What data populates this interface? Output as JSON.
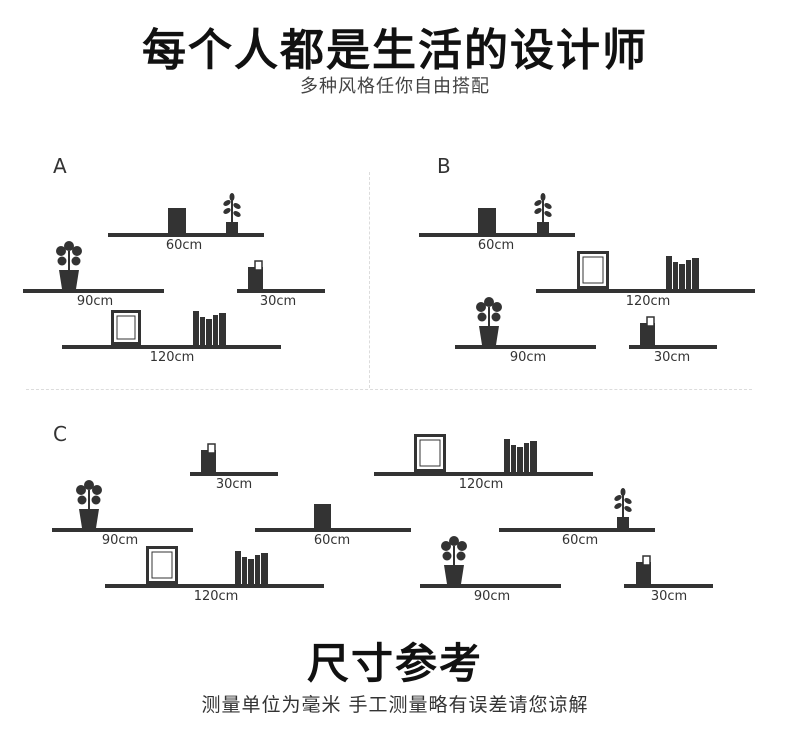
{
  "header": {
    "title": "每个人都是生活的设计师",
    "subtitle": "多种风格任你自由搭配"
  },
  "sections": {
    "a": {
      "label": "A"
    },
    "b": {
      "label": "B"
    },
    "c": {
      "label": "C"
    }
  },
  "sizes": {
    "s60": "60cm",
    "s90": "90cm",
    "s30": "30cm",
    "s120": "120cm"
  },
  "footer": {
    "title": "尺寸参考",
    "note": "测量单位为毫米 手工测量略有误差请您谅解"
  },
  "colors": {
    "shelf": "#333333",
    "text": "#222222",
    "background": "#ffffff"
  }
}
